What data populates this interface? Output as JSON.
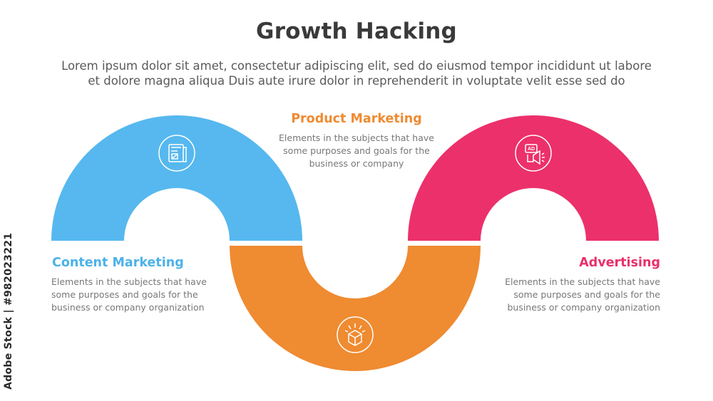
{
  "header": {
    "title": "Growth Hacking",
    "subtitle_line1": "Lorem ipsum dolor sit amet, consectetur adipiscing elit, sed do eiusmod tempor incididunt ut labore",
    "subtitle_line2": "et dolore magna aliqua Duis aute irure dolor in reprehenderit in voluptate velit esse sed do"
  },
  "steps": [
    {
      "title": "Content Marketing",
      "desc_lines": [
        "Elements in the subjects that have",
        "some purposes and goals for the",
        "business or company organization"
      ],
      "color": "#56b8ef",
      "icon": "blueprint-document-icon"
    },
    {
      "title": "Product Marketing",
      "desc_lines": [
        "Elements in the subjects that have",
        "some purposes and goals for the",
        "business or company"
      ],
      "color": "#ef8b31",
      "icon": "product-box-icon"
    },
    {
      "title": "Advertising",
      "desc_lines": [
        "Elements in the subjects that have",
        "some purposes and goals for the",
        "business or company organization"
      ],
      "color": "#ec306b",
      "icon": "ad-megaphone-icon"
    }
  ],
  "watermark": "Adobe Stock | #982023221"
}
